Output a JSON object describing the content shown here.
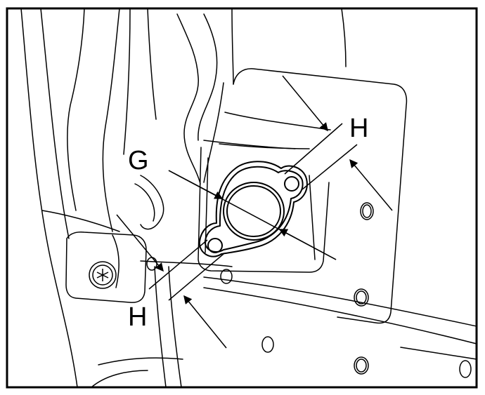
{
  "callouts": {
    "g": "G",
    "h_top": "H",
    "h_bottom": "H"
  },
  "colors": {
    "stroke": "#000000",
    "background": "#ffffff"
  }
}
